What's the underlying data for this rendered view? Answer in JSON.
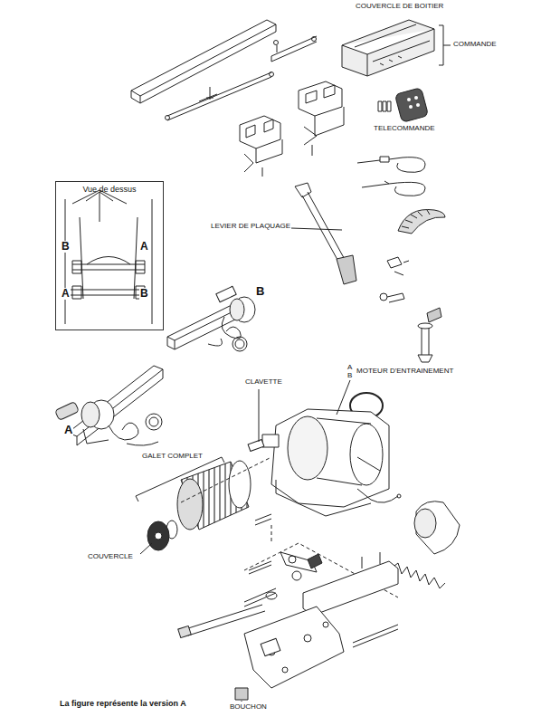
{
  "diagram": {
    "caption": "La figure représente la version A",
    "nodes": [
      {
        "text": [
          "Vue de dessus"
        ]
      }
    ],
    "labels": [
      "COUVERCLE DE BOITIER",
      "COMMANDE",
      "TELECOMMANDE",
      "LEVIER DE PLAQUAGE",
      "B",
      "A",
      "A",
      "B",
      "B",
      "A",
      "CLAVETTE",
      "A",
      "B",
      "MOTEUR D'ENTRAINEMENT",
      "GALET COMPLET",
      "COUVERCLE",
      "BOUCHON"
    ]
  }
}
